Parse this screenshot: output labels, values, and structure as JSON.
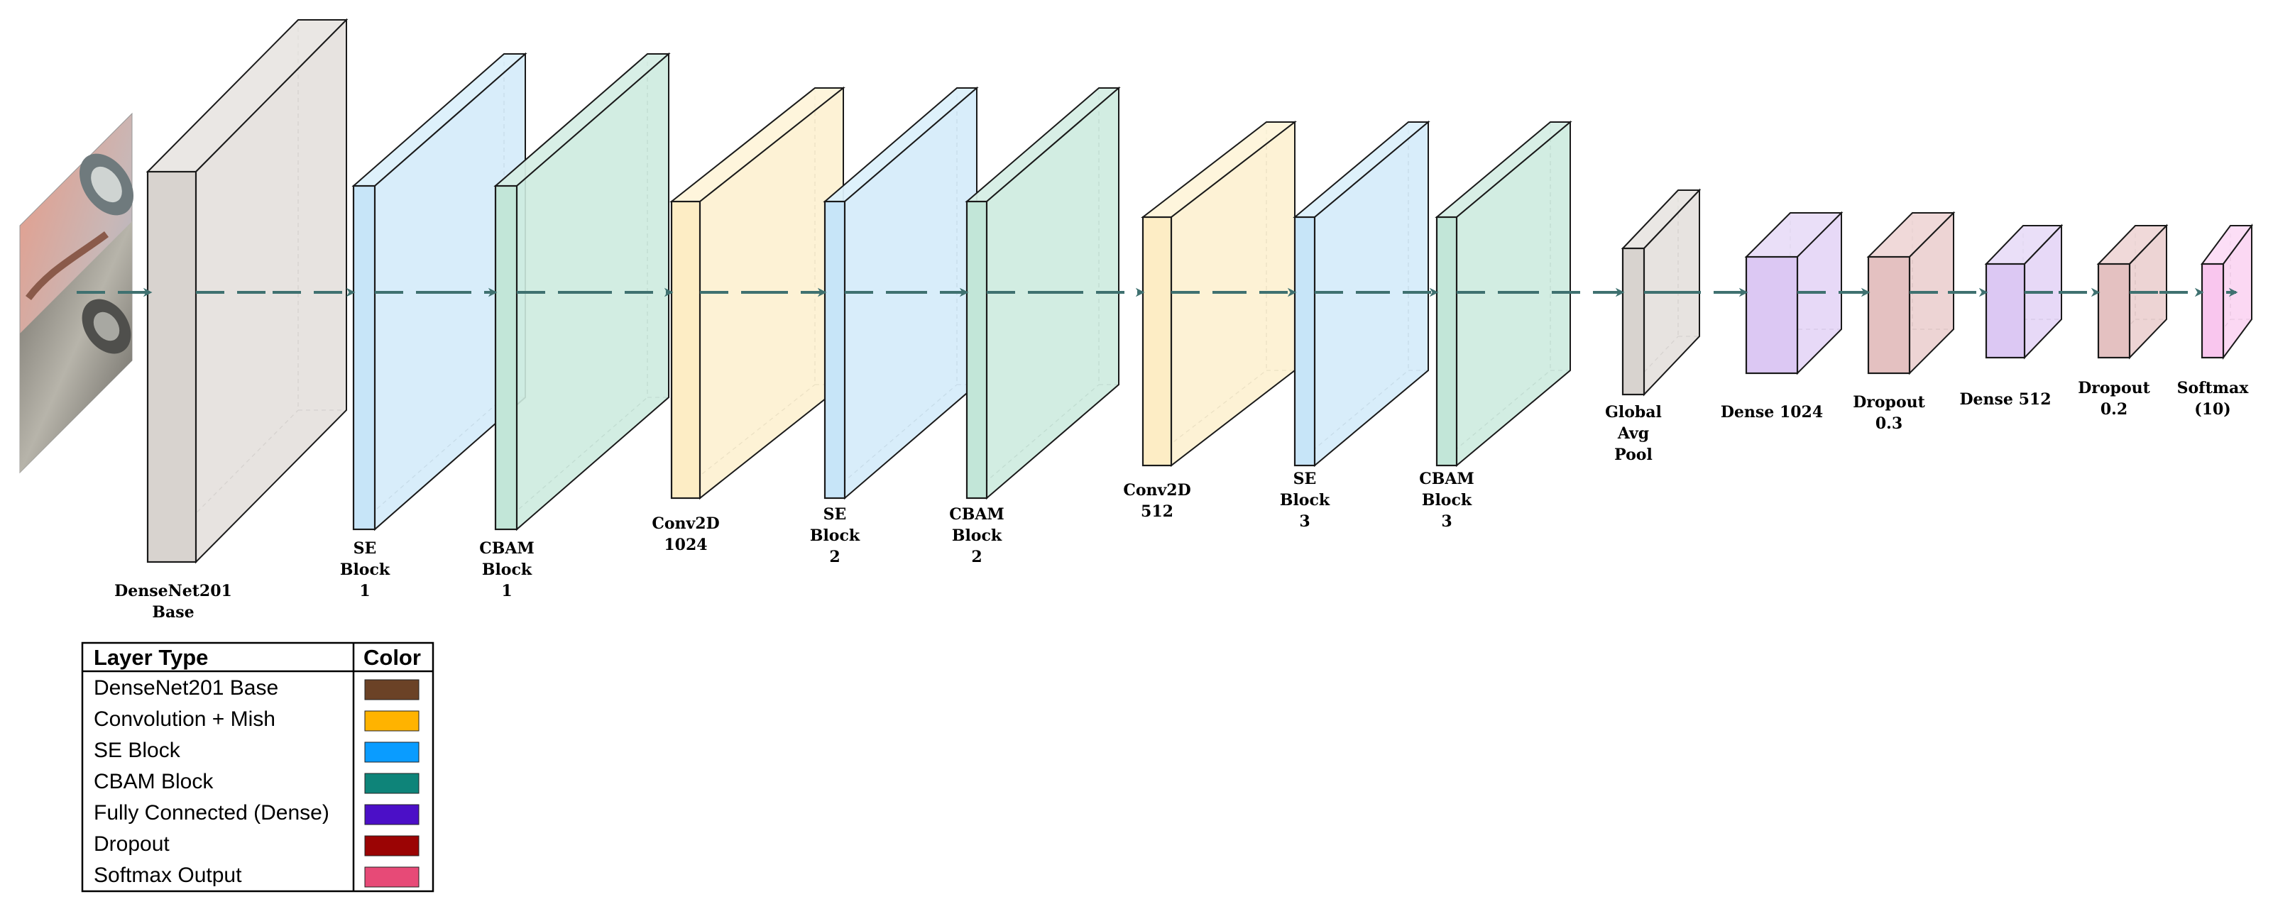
{
  "input_image": {
    "description_icon": "input-image-icon"
  },
  "layers": [
    {
      "id": "densenet",
      "label": [
        "DenseNet201",
        "Base"
      ],
      "face": "#d8d3cf",
      "side": "#e4e0dd",
      "top": "#e9e6e3"
    },
    {
      "id": "se1",
      "label": [
        "SE",
        "Block",
        "1"
      ],
      "face": "#c7e5f8",
      "side": "#d4ebfa",
      "top": "#dcf0fb"
    },
    {
      "id": "cbam1",
      "label": [
        "CBAM",
        "Block",
        "1"
      ],
      "face": "#c2e6d8",
      "side": "#cdebdf",
      "top": "#d6eee5"
    },
    {
      "id": "conv1024",
      "label": [
        "Conv2D",
        "1024"
      ],
      "face": "#fdedc5",
      "side": "#fdf1d0",
      "top": "#fef4da"
    },
    {
      "id": "se2",
      "label": [
        "SE",
        "Block",
        "2"
      ],
      "face": "#c7e5f8",
      "side": "#d4ebfa",
      "top": "#dcf0fb"
    },
    {
      "id": "cbam2",
      "label": [
        "CBAM",
        "Block",
        "2"
      ],
      "face": "#c2e6d8",
      "side": "#cdebdf",
      "top": "#d6eee5"
    },
    {
      "id": "conv512",
      "label": [
        "Conv2D",
        "512"
      ],
      "face": "#fdedc5",
      "side": "#fdf1d0",
      "top": "#fef4da"
    },
    {
      "id": "se3",
      "label": [
        "SE",
        "Block",
        "3"
      ],
      "face": "#c7e5f8",
      "side": "#d4ebfa",
      "top": "#dcf0fb"
    },
    {
      "id": "cbam3",
      "label": [
        "CBAM",
        "Block",
        "3"
      ],
      "face": "#c2e6d8",
      "side": "#cdebdf",
      "top": "#d6eee5"
    },
    {
      "id": "gap",
      "label": [
        "Global",
        "Avg",
        "Pool"
      ],
      "face": "#d8d3cf",
      "side": "#e4e0dd",
      "top": "#e9e6e3"
    },
    {
      "id": "dense1024",
      "label": [
        "Dense 1024"
      ],
      "face": "#dcc8f3",
      "side": "#e4d5f6",
      "top": "#e9ddf8"
    },
    {
      "id": "drop03",
      "label": [
        "Dropout",
        "0.3"
      ],
      "face": "#e4c1c1",
      "side": "#ebcfcf",
      "top": "#efd7d7"
    },
    {
      "id": "dense512",
      "label": [
        "Dense 512"
      ],
      "face": "#dcc8f3",
      "side": "#e4d5f6",
      "top": "#e9ddf8"
    },
    {
      "id": "drop02",
      "label": [
        "Dropout",
        "0.2"
      ],
      "face": "#e4c1c1",
      "side": "#ebcfcf",
      "top": "#efd7d7"
    },
    {
      "id": "softmax",
      "label": [
        "Softmax",
        "(10)"
      ],
      "face": "#f9c6ee",
      "side": "#fbd4f2",
      "top": "#fcdcf5"
    }
  ],
  "flow_color": "#3f7170",
  "legend": {
    "header_type": "Layer Type",
    "header_color": "Color",
    "rows": [
      {
        "name": "DenseNet201 Base",
        "color": "#6b4226"
      },
      {
        "name": "Convolution + Mish",
        "color": "#ffb300"
      },
      {
        "name": "SE Block",
        "color": "#0a9cff"
      },
      {
        "name": "CBAM Block",
        "color": "#0e8479"
      },
      {
        "name": "Fully Connected (Dense)",
        "color": "#4b0fc7"
      },
      {
        "name": "Dropout",
        "color": "#9b0404"
      },
      {
        "name": "Softmax Output",
        "color": "#e74a77"
      }
    ]
  }
}
